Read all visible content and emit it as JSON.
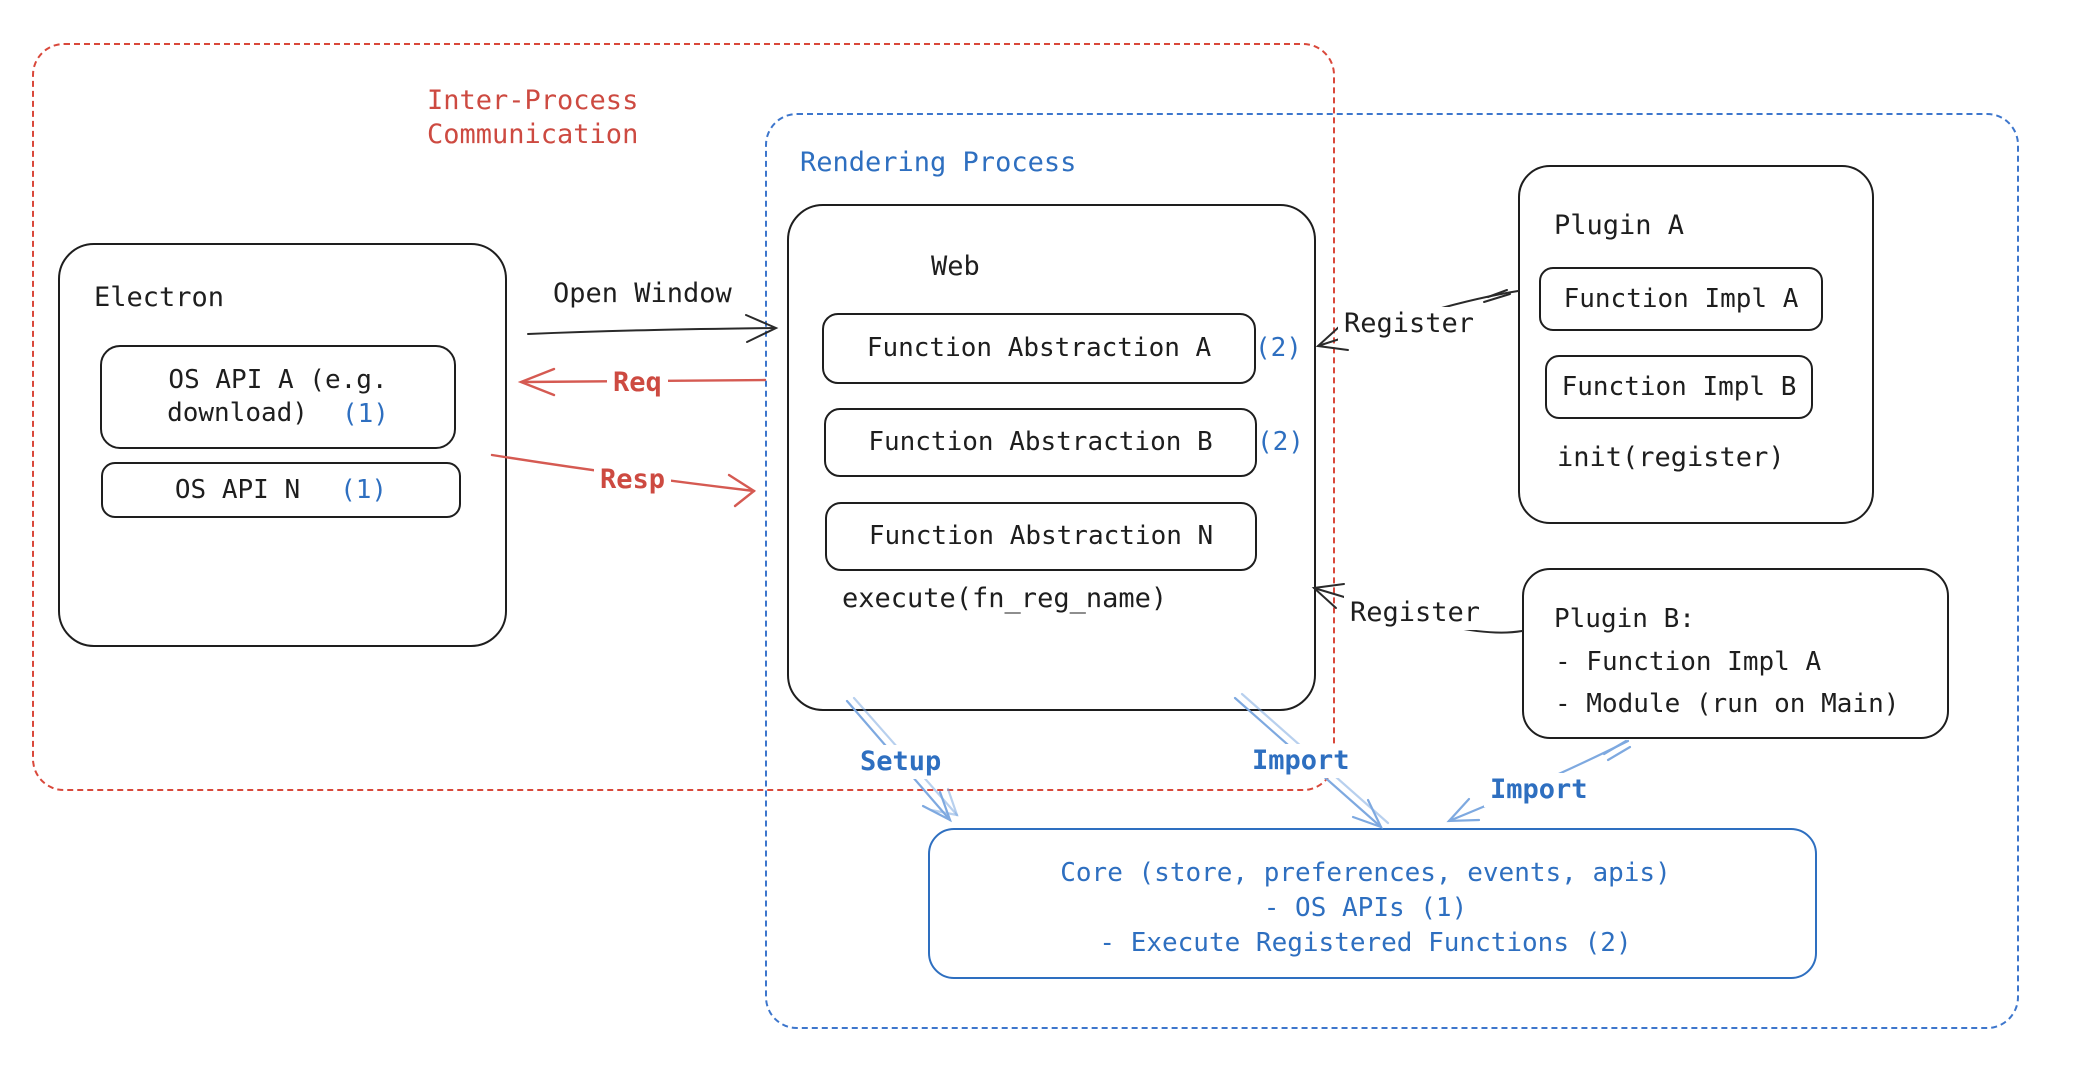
{
  "groups": {
    "ipc": {
      "title": "Inter-Process\nCommunication"
    },
    "rendering": {
      "title": "Rendering Process"
    }
  },
  "electron": {
    "title": "Electron",
    "os_api_a": {
      "line1": "OS API A (e.g.",
      "line2": "download)",
      "badge": "(1)"
    },
    "os_api_n": {
      "label": "OS API N",
      "badge": "(1)"
    }
  },
  "web": {
    "title": "Web",
    "abstractions": [
      {
        "label": "Function Abstraction A",
        "badge": "(2)"
      },
      {
        "label": "Function Abstraction B",
        "badge": "(2)"
      },
      {
        "label": "Function Abstraction N",
        "badge": ""
      }
    ],
    "footer": "execute(fn_reg_name)"
  },
  "plugin_a": {
    "title": "Plugin A",
    "impls": [
      "Function Impl A",
      "Function Impl B"
    ],
    "footer": "init(register)"
  },
  "plugin_b": {
    "title": "Plugin B:",
    "items": [
      "- Function Impl A",
      "- Module (run on Main)"
    ]
  },
  "core": {
    "lines": [
      "Core (store, preferences, events, apis)",
      "- OS APIs (1)",
      "- Execute Registered Functions (2)"
    ]
  },
  "labels": {
    "open_window": "Open Window",
    "req": "Req",
    "resp": "Resp",
    "register_top": "Register",
    "register_bottom": "Register",
    "setup": "Setup",
    "import_mid": "Import",
    "import_right": "Import"
  },
  "colors": {
    "black_stroke": "#1e1e1e",
    "red": "#cd4a41",
    "red_arrow": "#d55a52",
    "blue": "#2e6fc0",
    "blue_dash_border": "#3d76cc",
    "light_blue_arrow": "#7ea9e0"
  }
}
